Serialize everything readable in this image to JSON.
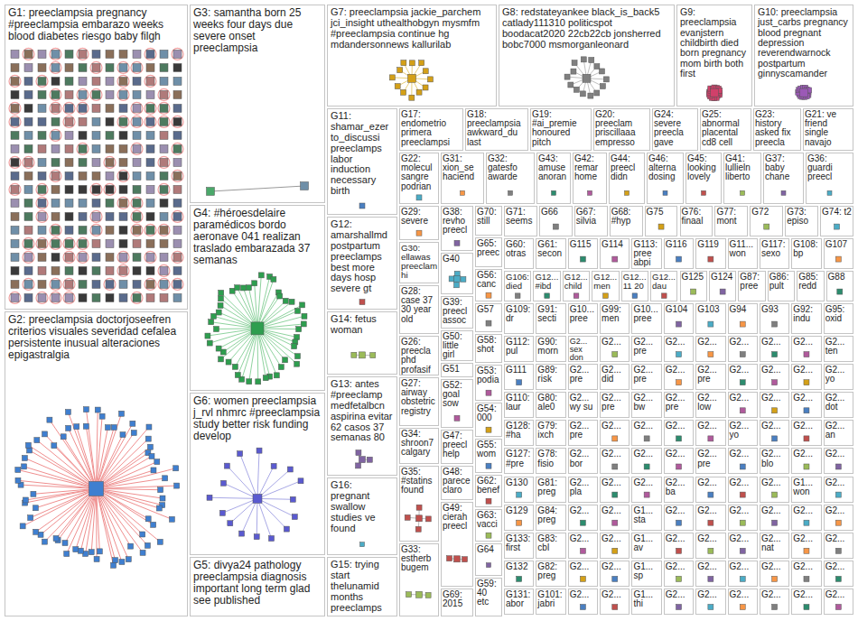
{
  "diagram": {
    "nodes": [
      {
        "text": [
          "G1: preeclampsia pregnancy #preeclampsia embarazo weeks blood diabetes riesgo baby filgh"
        ]
      },
      {
        "text": [
          "G2: preeclampsia doctorjoseefren criterios visuales severidad cefalea persistente inusual alteraciones epigastralgia"
        ]
      },
      {
        "text": [
          "G3: samantha born 25 weeks four days due severe onset preeclampsia"
        ]
      },
      {
        "text": [
          "G4: #héroesdelaire paramédicos bordo aeronave 041 realizan traslado embarazada 37 semanas"
        ]
      },
      {
        "text": [
          "G6: women preeclampsia j_rvl nhmrc #preeclampsia study better risk funding develop"
        ]
      },
      {
        "text": [
          "G5: divya24 pathology preeclampsia diagnosis important long term glad see published"
        ]
      },
      {
        "text": [
          "G7: preeclampsia jackie_parchem jci_insight uthealthobgyn mysmfm #preeclampsia continue hg mdandersonnews kallurilab"
        ]
      },
      {
        "text": [
          "G8: redstateyankee black_is_back5 catlady111310 politicspot boodacat2020 22cb22cb jonsherred bobc7000 msmorganleonard"
        ]
      },
      {
        "text": [
          "G9: preeclampsia evanjstern childbirth died born pregnancy mom birth both first"
        ]
      },
      {
        "text": [
          "G10: preeclampsia just_carbs pregnancy blood pregnant depression reverendwarnock postpartum ginnyscamander"
        ]
      },
      {
        "text": [
          "G11: shamar_ezer to_discussi preeclamps labor induction necessary birth"
        ]
      },
      {
        "text": [
          "G12: amarshallmd postpartum preeclamps best more days hosp severe gt"
        ]
      },
      {
        "text": [
          "G14: fetus woman"
        ]
      },
      {
        "text": [
          "G13: antes #preeclamp medfetalbcn aspirina evitar 62 casos 37 semanas 80"
        ]
      },
      {
        "text": [
          "G16: pregnant swallow studies ve found"
        ]
      },
      {
        "text": [
          "G15: trying start thelunamid months preeclamps"
        ]
      },
      {
        "text": [
          "G17: endometrio primera preeclampsi"
        ]
      },
      {
        "text": [
          "G18: preeclampsia awkward_du last"
        ]
      },
      {
        "text": [
          "G19: #ai_premie honoured pitch"
        ]
      },
      {
        "text": [
          "G20: preeclam priscillaaa empresso"
        ]
      },
      {
        "text": [
          "G24: severe preecla gave"
        ]
      },
      {
        "text": [
          "G25: abnormal placental cd8 cell"
        ]
      },
      {
        "text": [
          "G23: history asked fix preecla"
        ]
      },
      {
        "text": [
          "G21: ve friend single navajo"
        ]
      },
      {
        "text": [
          "G22: molecul sangre podrian"
        ]
      },
      {
        "text": [
          "G31: xion_se haciend"
        ]
      },
      {
        "text": [
          "G32: gatesfo awarde"
        ]
      },
      {
        "text": [
          "G43: amuse anoran"
        ]
      },
      {
        "text": [
          "G42: remar home"
        ]
      },
      {
        "text": [
          "G44: preecl didn"
        ]
      },
      {
        "text": [
          "G46: alterna dosing"
        ]
      },
      {
        "text": [
          "G45: looking lovely"
        ]
      },
      {
        "text": [
          "G41: lullieln liberto"
        ]
      },
      {
        "text": [
          "G37: baby chane"
        ]
      },
      {
        "text": [
          "G36: guardi preecl"
        ]
      },
      {
        "text": [
          "G29: severe"
        ]
      },
      {
        "text": [
          "G30: ellawas preeclam hi"
        ]
      },
      {
        "text": [
          "G28: case 37 30 year old"
        ]
      },
      {
        "text": [
          "G26: preecla phd profasif"
        ]
      },
      {
        "text": [
          "G27: airway obstetric registry"
        ]
      },
      {
        "text": [
          "G34: shroon7 calgary"
        ]
      },
      {
        "text": [
          "G35: #statins found"
        ]
      },
      {
        "text": [
          "G33: estherb bugem"
        ]
      },
      {
        "text": [
          "G38: revho preecl"
        ]
      },
      {
        "text": [
          "G40"
        ]
      },
      {
        "text": [
          "G39: preecl assoc"
        ]
      },
      {
        "text": [
          "G50: little girl"
        ]
      },
      {
        "text": [
          "G51"
        ]
      },
      {
        "text": [
          "G52: goal sow"
        ]
      },
      {
        "text": [
          "G47: preecl help"
        ]
      },
      {
        "text": [
          "G48: parece claro"
        ]
      },
      {
        "text": [
          "G49: cierah preecl"
        ]
      },
      {
        "text": [
          "G69: 2015"
        ]
      },
      {
        "text": [
          "G70: still"
        ]
      },
      {
        "text": [
          "G65: preec"
        ]
      },
      {
        "text": [
          "G56: canc"
        ]
      },
      {
        "text": [
          "G57"
        ]
      },
      {
        "text": [
          "G58: shot"
        ]
      },
      {
        "text": [
          "G53: podia"
        ]
      },
      {
        "text": [
          "G54: 000"
        ]
      },
      {
        "text": [
          "G55: wom"
        ]
      },
      {
        "text": [
          "G62: benef"
        ]
      },
      {
        "text": [
          "G63: vacci"
        ]
      },
      {
        "text": [
          "G64"
        ]
      },
      {
        "text": [
          "G59: 40 etc"
        ]
      },
      {
        "text": [
          "G71: seems"
        ]
      },
      {
        "text": [
          "G66"
        ]
      },
      {
        "text": [
          "G67: silvia"
        ]
      },
      {
        "text": [
          "G68: #hyp"
        ]
      },
      {
        "text": [
          "G75"
        ]
      },
      {
        "text": [
          "G76: finaal"
        ]
      },
      {
        "text": [
          "G77: mont"
        ]
      },
      {
        "text": [
          "G72"
        ]
      },
      {
        "text": [
          "G73: episo"
        ]
      },
      {
        "text": [
          "G74: t2"
        ]
      },
      {
        "text": [
          "G60: otras"
        ]
      },
      {
        "text": [
          "G61: secon"
        ]
      },
      {
        "text": [
          "G115"
        ]
      },
      {
        "text": [
          "G114"
        ]
      },
      {
        "text": [
          "G113: pree abpi"
        ]
      },
      {
        "text": [
          "G116"
        ]
      },
      {
        "text": [
          "G119"
        ]
      },
      {
        "text": [
          "G11... won"
        ]
      },
      {
        "text": [
          "G117: sexo"
        ]
      },
      {
        "text": [
          "G108: bp"
        ]
      },
      {
        "text": [
          "G107"
        ]
      },
      {
        "text": [
          "G106: died"
        ]
      },
      {
        "text": [
          "G12... #ibd"
        ]
      },
      {
        "text": [
          "G12... child"
        ]
      },
      {
        "text": [
          "G12... men"
        ]
      },
      {
        "text": [
          "G12... 11 20"
        ]
      },
      {
        "text": [
          "G12... dau"
        ]
      },
      {
        "text": [
          "G125"
        ]
      },
      {
        "text": [
          "G124"
        ]
      },
      {
        "text": [
          "G87: pree"
        ]
      },
      {
        "text": [
          "G86: pult"
        ]
      },
      {
        "text": [
          "G85: redd"
        ]
      },
      {
        "text": [
          "G88"
        ]
      },
      {
        "text": [
          "G109: dr"
        ]
      },
      {
        "text": [
          "G91: secti"
        ]
      },
      {
        "text": [
          "G10... pree"
        ]
      },
      {
        "text": [
          "G99: men"
        ]
      },
      {
        "text": [
          "G10... pree"
        ]
      },
      {
        "text": [
          "G104"
        ]
      },
      {
        "text": [
          "G103"
        ]
      },
      {
        "text": [
          "G94"
        ]
      },
      {
        "text": [
          "G93"
        ]
      },
      {
        "text": [
          "G92: indu"
        ]
      },
      {
        "text": [
          "G95: oxid"
        ]
      },
      {
        "text": [
          "G112: pul"
        ]
      },
      {
        "text": [
          "G90: morn"
        ]
      },
      {
        "text": [
          "G2... sex don"
        ]
      },
      {
        "text": [
          "G2..."
        ]
      },
      {
        "text": [
          "G2... pre"
        ]
      },
      {
        "text": [
          "G2..."
        ]
      },
      {
        "text": [
          "G2..."
        ]
      },
      {
        "text": [
          "G2..."
        ]
      },
      {
        "text": [
          "G2..."
        ]
      },
      {
        "text": [
          "G2..."
        ]
      },
      {
        "text": [
          "G2... ten"
        ]
      },
      {
        "text": [
          "G111"
        ]
      },
      {
        "text": [
          "G89: risk"
        ]
      },
      {
        "text": [
          "G2... pre"
        ]
      },
      {
        "text": [
          "G2... did"
        ]
      },
      {
        "text": [
          "G2... pre"
        ]
      },
      {
        "text": [
          "G2..."
        ]
      },
      {
        "text": [
          "G2... pre"
        ]
      },
      {
        "text": [
          "G2..."
        ]
      },
      {
        "text": [
          "G2..."
        ]
      },
      {
        "text": [
          "G2..."
        ]
      },
      {
        "text": [
          "G2... yo"
        ]
      },
      {
        "text": [
          "G110: laur"
        ]
      },
      {
        "text": [
          "G80: ale0"
        ]
      },
      {
        "text": [
          "G2... wy su"
        ]
      },
      {
        "text": [
          "G2... pre"
        ]
      },
      {
        "text": [
          "G2... bw"
        ]
      },
      {
        "text": [
          "G2... pre"
        ]
      },
      {
        "text": [
          "G2... low"
        ]
      },
      {
        "text": [
          "G2..."
        ]
      },
      {
        "text": [
          "G2..."
        ]
      },
      {
        "text": [
          "G2..."
        ]
      },
      {
        "text": [
          "G2... dot"
        ]
      },
      {
        "text": [
          "G128: #ha"
        ]
      },
      {
        "text": [
          "G79: ixch"
        ]
      },
      {
        "text": [
          "G2... pre"
        ]
      },
      {
        "text": [
          "G2..."
        ]
      },
      {
        "text": [
          "G2..."
        ]
      },
      {
        "text": [
          "G2..."
        ]
      },
      {
        "text": [
          "G2..."
        ]
      },
      {
        "text": [
          "G2... yo"
        ]
      },
      {
        "text": [
          "G2..."
        ]
      },
      {
        "text": [
          "G2..."
        ]
      },
      {
        "text": [
          "G2... an"
        ]
      },
      {
        "text": [
          "G127: #pre"
        ]
      },
      {
        "text": [
          "G78: fisio"
        ]
      },
      {
        "text": [
          "G2... bor"
        ]
      },
      {
        "text": [
          "G2..."
        ]
      },
      {
        "text": [
          "G2..."
        ]
      },
      {
        "text": [
          "G2..."
        ]
      },
      {
        "text": [
          "G2... pre"
        ]
      },
      {
        "text": [
          "G2..."
        ]
      },
      {
        "text": [
          "G2... blo"
        ]
      },
      {
        "text": [
          "G2..."
        ]
      },
      {
        "text": [
          "G2..."
        ]
      },
      {
        "text": [
          "G130"
        ]
      },
      {
        "text": [
          "G81: preg"
        ]
      },
      {
        "text": [
          "G2... pla"
        ]
      },
      {
        "text": [
          "G2..."
        ]
      },
      {
        "text": [
          "G2..."
        ]
      },
      {
        "text": [
          "G2... ba"
        ]
      },
      {
        "text": [
          "G2..."
        ]
      },
      {
        "text": [
          "G2..."
        ]
      },
      {
        "text": [
          "G2..."
        ]
      },
      {
        "text": [
          "G1... won"
        ]
      },
      {
        "text": [
          "G2..."
        ]
      },
      {
        "text": [
          "G129"
        ]
      },
      {
        "text": [
          "G84: preg"
        ]
      },
      {
        "text": [
          "G2..."
        ]
      },
      {
        "text": [
          "G2..."
        ]
      },
      {
        "text": [
          "G1... sta"
        ]
      },
      {
        "text": [
          "G2..."
        ]
      },
      {
        "text": [
          "G2..."
        ]
      },
      {
        "text": [
          "G2..."
        ]
      },
      {
        "text": [
          "G2..."
        ]
      },
      {
        "text": [
          "G2..."
        ]
      },
      {
        "text": [
          "G2..."
        ]
      },
      {
        "text": [
          "G133: first"
        ]
      },
      {
        "text": [
          "G83: cbl"
        ]
      },
      {
        "text": [
          "G2..."
        ]
      },
      {
        "text": [
          "G2..."
        ]
      },
      {
        "text": [
          "G1... av"
        ]
      },
      {
        "text": [
          "G2..."
        ]
      },
      {
        "text": [
          "G2..."
        ]
      },
      {
        "text": [
          "G2..."
        ]
      },
      {
        "text": [
          "G2... nat"
        ]
      },
      {
        "text": [
          "G2..."
        ]
      },
      {
        "text": [
          "G2..."
        ]
      },
      {
        "text": [
          "G132"
        ]
      },
      {
        "text": [
          "G82: preg"
        ]
      },
      {
        "text": [
          "G2..."
        ]
      },
      {
        "text": [
          "G2..."
        ]
      },
      {
        "text": [
          "G1... sp"
        ]
      },
      {
        "text": [
          "G2..."
        ]
      },
      {
        "text": [
          "G2..."
        ]
      },
      {
        "text": [
          "G2..."
        ]
      },
      {
        "text": [
          "G2..."
        ]
      },
      {
        "text": [
          "G2..."
        ]
      },
      {
        "text": [
          "G2..."
        ]
      },
      {
        "text": [
          "G131: abor"
        ]
      },
      {
        "text": [
          "G101: jabri"
        ]
      },
      {
        "text": [
          "G2..."
        ]
      },
      {
        "text": [
          "G2..."
        ]
      },
      {
        "text": [
          "G1... thi"
        ]
      },
      {
        "text": [
          "G2..."
        ]
      },
      {
        "text": [
          "G2..."
        ]
      },
      {
        "text": [
          "G2..."
        ]
      },
      {
        "text": [
          "G2..."
        ]
      },
      {
        "text": [
          "G2..."
        ]
      },
      {
        "text": [
          "G2..."
        ]
      }
    ]
  }
}
